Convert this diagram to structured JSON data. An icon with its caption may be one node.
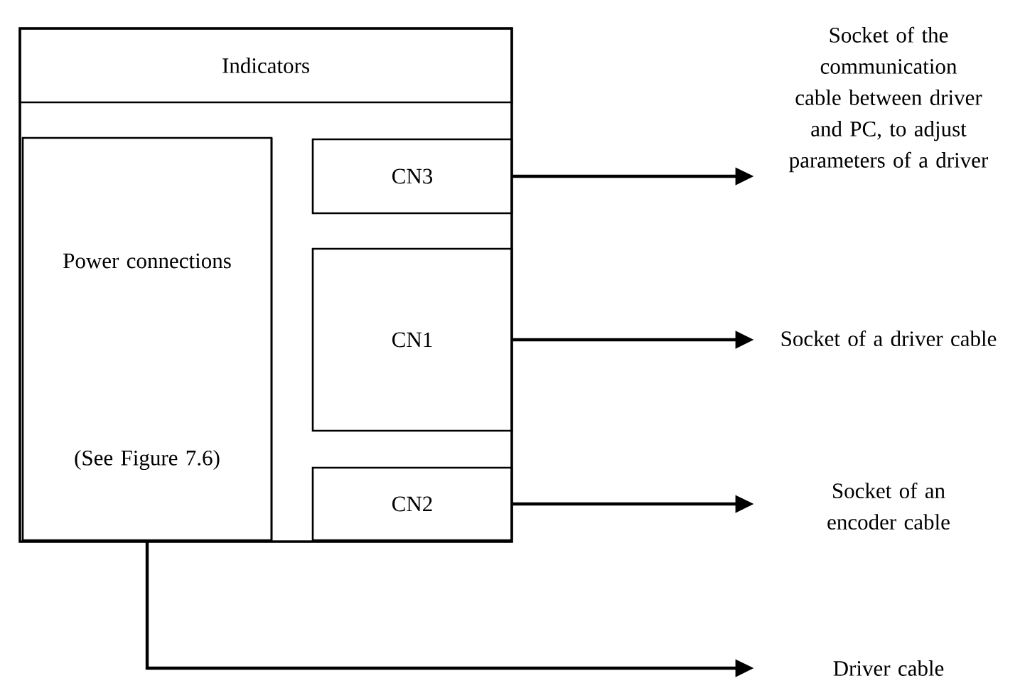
{
  "diagram": {
    "nodes": [
      {
        "text": [],
        "shape": "box"
      },
      {
        "text": [
          "Indicators"
        ],
        "in": 0
      },
      {
        "text": [
          "Power connections",
          "(See Figure 7.6)"
        ],
        "in": 0
      },
      {
        "text": [
          "CN3"
        ],
        "in": 0
      },
      {
        "text": [
          "CN1"
        ],
        "in": 0
      },
      {
        "text": [
          "CN2"
        ],
        "in": 0
      },
      {
        "text": [
          "Socket of the communication cable between driver and PC, to adjust parameters of a driver"
        ]
      },
      {
        "text": [
          "Socket of a driver cable"
        ]
      },
      {
        "text": [
          "Socket of an encoder cable"
        ]
      },
      {
        "text": [
          "Driver cable"
        ]
      }
    ],
    "edges": [
      {
        "from": 3,
        "to": 6,
        "arrow": "to"
      },
      {
        "from": 4,
        "to": 7,
        "arrow": "to"
      },
      {
        "from": 5,
        "to": 8,
        "arrow": "to"
      },
      {
        "from": 2,
        "to": 9,
        "arrow": "to"
      }
    ]
  }
}
